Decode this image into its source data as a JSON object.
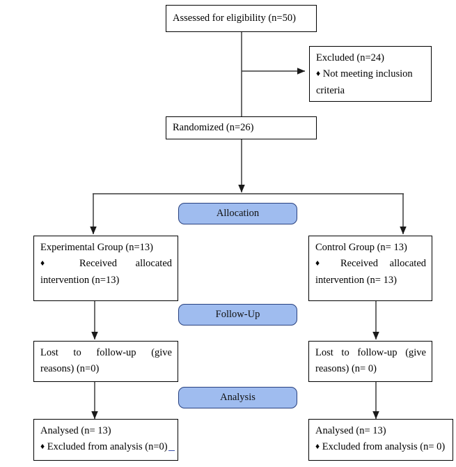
{
  "diagram": {
    "title": "CONSORT participant flow diagram",
    "type": "flowchart",
    "colors": {
      "banner_fill": "#9fbcef",
      "banner_border": "#28407e",
      "box_border": "#000000",
      "text": "#000000",
      "background": "#ffffff"
    }
  },
  "nodes": {
    "assessed": {
      "text": "Assessed for eligibility (n=50)"
    },
    "excluded": {
      "heading": "Excluded (n=24)",
      "bullet": "♦",
      "reason_line1": "Not meeting inclusion",
      "reason_line2": "criteria"
    },
    "randomized": {
      "text": "Randomized (n=26)"
    },
    "allocation_banner": {
      "label": "Allocation"
    },
    "experimental": {
      "heading": "Experimental Group (n=13)",
      "bullet": "♦",
      "line1": "Received allocated",
      "line2": "intervention (n=13)"
    },
    "control": {
      "heading": "Control Group (n= 13)",
      "bullet": "♦",
      "line1": "Received allocated",
      "line2": "intervention (n= 13)"
    },
    "followup_banner": {
      "label": "Follow-Up"
    },
    "lost_left": {
      "line1": "Lost to follow-up (give",
      "line2": "reasons) (n=0)"
    },
    "lost_right": {
      "line1": "Lost to follow-up (give",
      "line2": "reasons) (n= 0)"
    },
    "analysis_banner": {
      "label": "Analysis"
    },
    "analysed_left": {
      "heading": "Analysed (n= 13)",
      "bullet": "♦",
      "excluded_line": "Excluded from analysis (n=0)"
    },
    "analysed_right": {
      "heading": "Analysed (n= 13)",
      "bullet": "♦",
      "excluded_line": "Excluded from analysis (n= 0)"
    }
  }
}
